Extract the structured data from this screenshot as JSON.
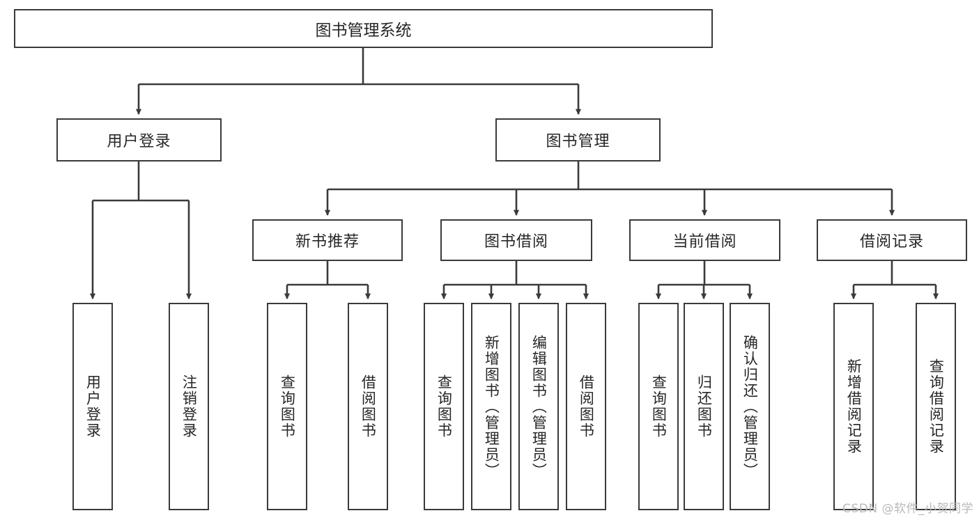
{
  "diagram": {
    "title": "图书管理系统",
    "type": "tree",
    "root": {
      "label": "图书管理系统"
    },
    "level2": [
      {
        "label": "用户登录"
      },
      {
        "label": "图书管理"
      }
    ],
    "level3": [
      {
        "label": "新书推荐"
      },
      {
        "label": "图书借阅"
      },
      {
        "label": "当前借阅"
      },
      {
        "label": "借阅记录"
      }
    ],
    "leaves": {
      "user_login": [
        {
          "label": "用户登录"
        },
        {
          "label": "注销登录"
        }
      ],
      "new_book_recommend": [
        {
          "label": "查询图书"
        },
        {
          "label": "借阅图书"
        }
      ],
      "book_borrow": [
        {
          "label": "查询图书"
        },
        {
          "label": "新增图书（管理员）"
        },
        {
          "label": "编辑图书（管理员）"
        },
        {
          "label": "借阅图书"
        }
      ],
      "current_borrow": [
        {
          "label": "查询图书"
        },
        {
          "label": "归还图书"
        },
        {
          "label": "确认归还（管理员）"
        }
      ],
      "borrow_record": [
        {
          "label": "新增借阅记录"
        },
        {
          "label": "查询借阅记录"
        }
      ]
    }
  },
  "watermark": {
    "text": "CSDN @软件_小贺同学"
  },
  "colors": {
    "stroke": "#3a3a3a",
    "fill": "#ffffff",
    "text": "#262626",
    "watermark": "#b9b9b9"
  }
}
